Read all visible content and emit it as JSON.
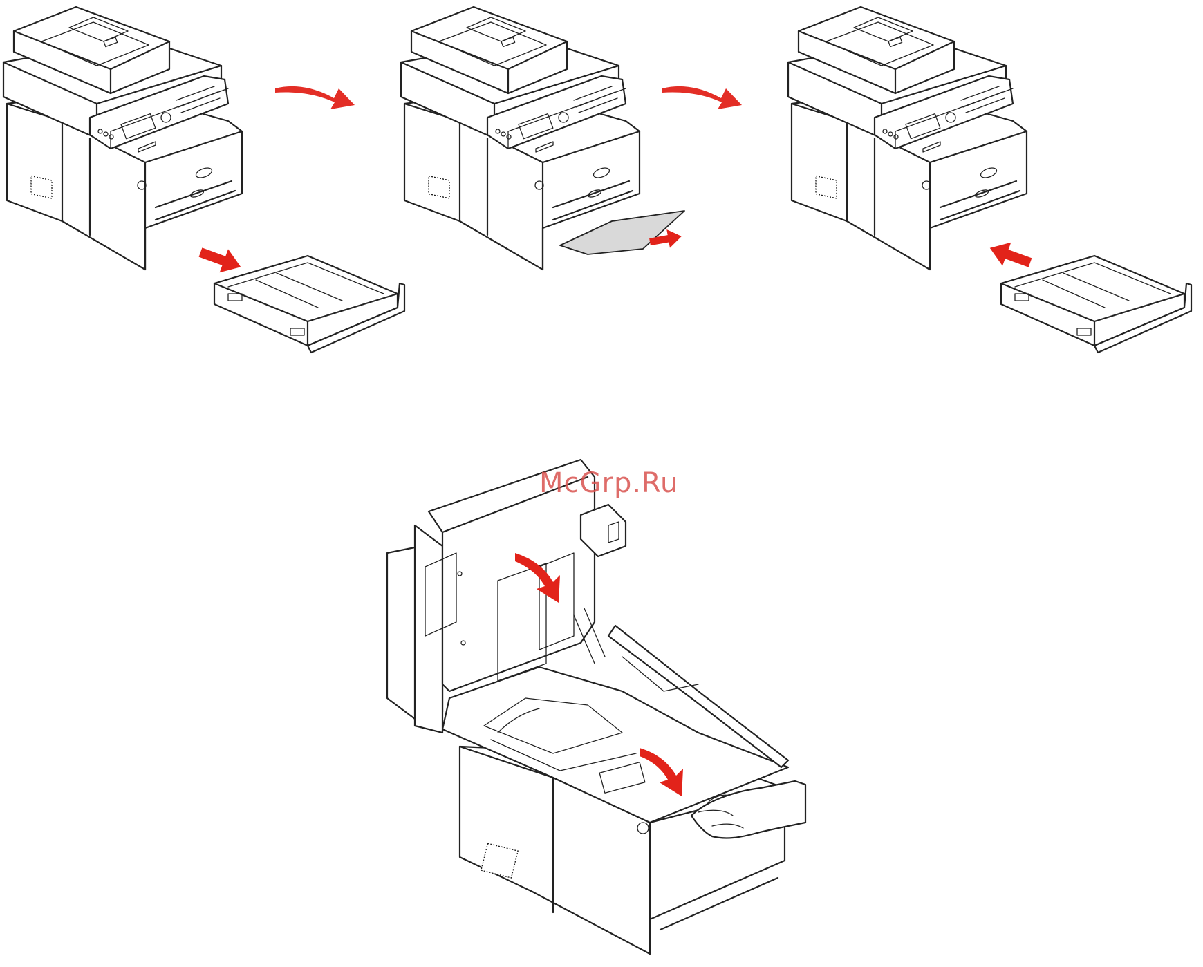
{
  "watermark": {
    "text": "McGrp.Ru",
    "color": "#d9534f"
  },
  "colors": {
    "arrow": "#e2231a",
    "line": "#222222",
    "paper": "#d9d9d9",
    "background": "#ffffff"
  },
  "steps": [
    {
      "id": "remove-tray"
    },
    {
      "id": "remove-jammed-paper"
    },
    {
      "id": "insert-tray"
    },
    {
      "id": "close-top-cover"
    }
  ]
}
